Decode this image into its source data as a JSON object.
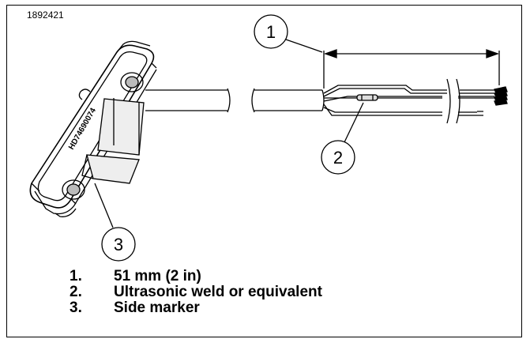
{
  "figure_id": "1892421",
  "callouts": [
    "1",
    "2",
    "3"
  ],
  "part_marking": "HD74690074",
  "legend": [
    {
      "num": "1.",
      "text": "51 mm (2 in)"
    },
    {
      "num": "2.",
      "text": "Ultrasonic weld or equivalent"
    },
    {
      "num": "3.",
      "text": "Side marker"
    }
  ]
}
